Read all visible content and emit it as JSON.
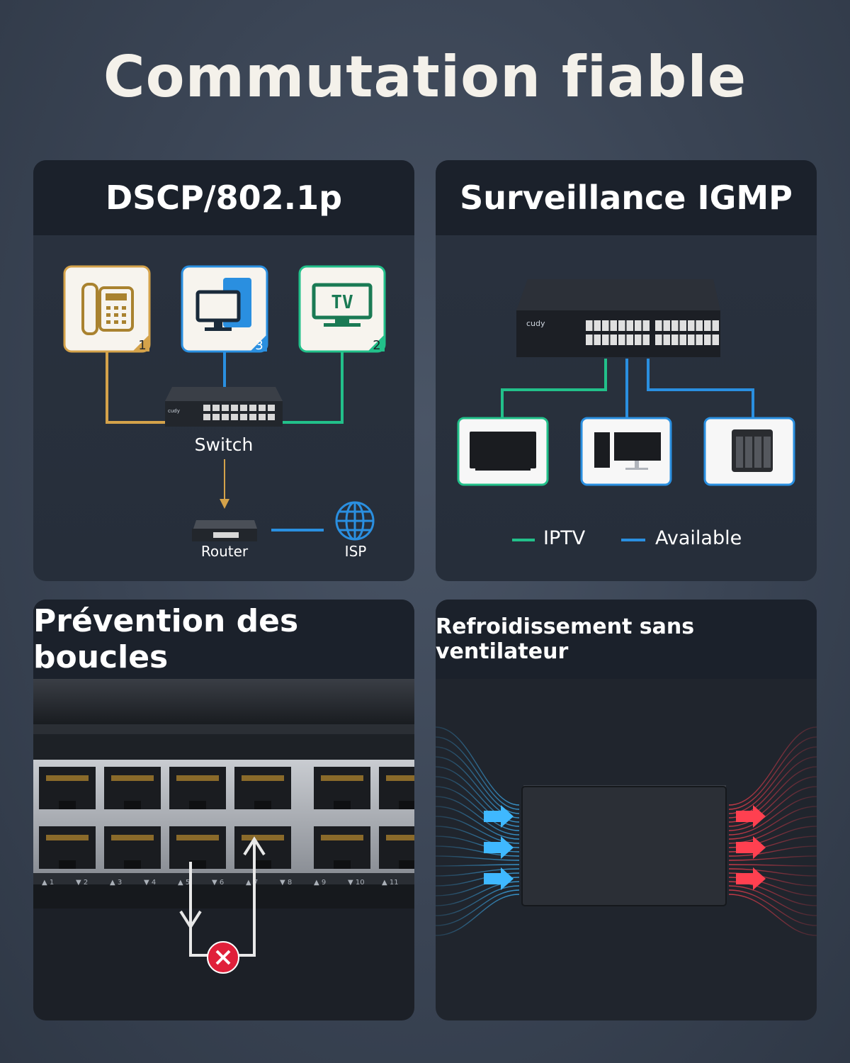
{
  "title": "Commutation fiable",
  "panels": {
    "qos": {
      "title": "DSCP/802.1p",
      "badges": [
        "1",
        "3",
        "2"
      ],
      "tv_text": "TV",
      "switch_label": "Switch",
      "router_label": "Router",
      "isp_label": "ISP",
      "brand": "cudy"
    },
    "igmp": {
      "title": "Surveillance IGMP",
      "brand": "cudy",
      "legend": [
        {
          "label": "IPTV",
          "color": "#22c08a"
        },
        {
          "label": "Available",
          "color": "#2a8fe0"
        }
      ]
    },
    "loop": {
      "title": "Prévention des boucles",
      "port_numbers": [
        "1",
        "2",
        "3",
        "4",
        "5",
        "6",
        "7",
        "8",
        "9",
        "10",
        "11"
      ]
    },
    "fanless": {
      "title": "Refroidissement sans ventilateur"
    }
  },
  "colors": {
    "phone_line": "#d4a24a",
    "pc_line": "#2a8fe0",
    "tv_line": "#22c08a",
    "cool_arrow": "#3fb8ff",
    "hot_arrow": "#ff4050"
  }
}
